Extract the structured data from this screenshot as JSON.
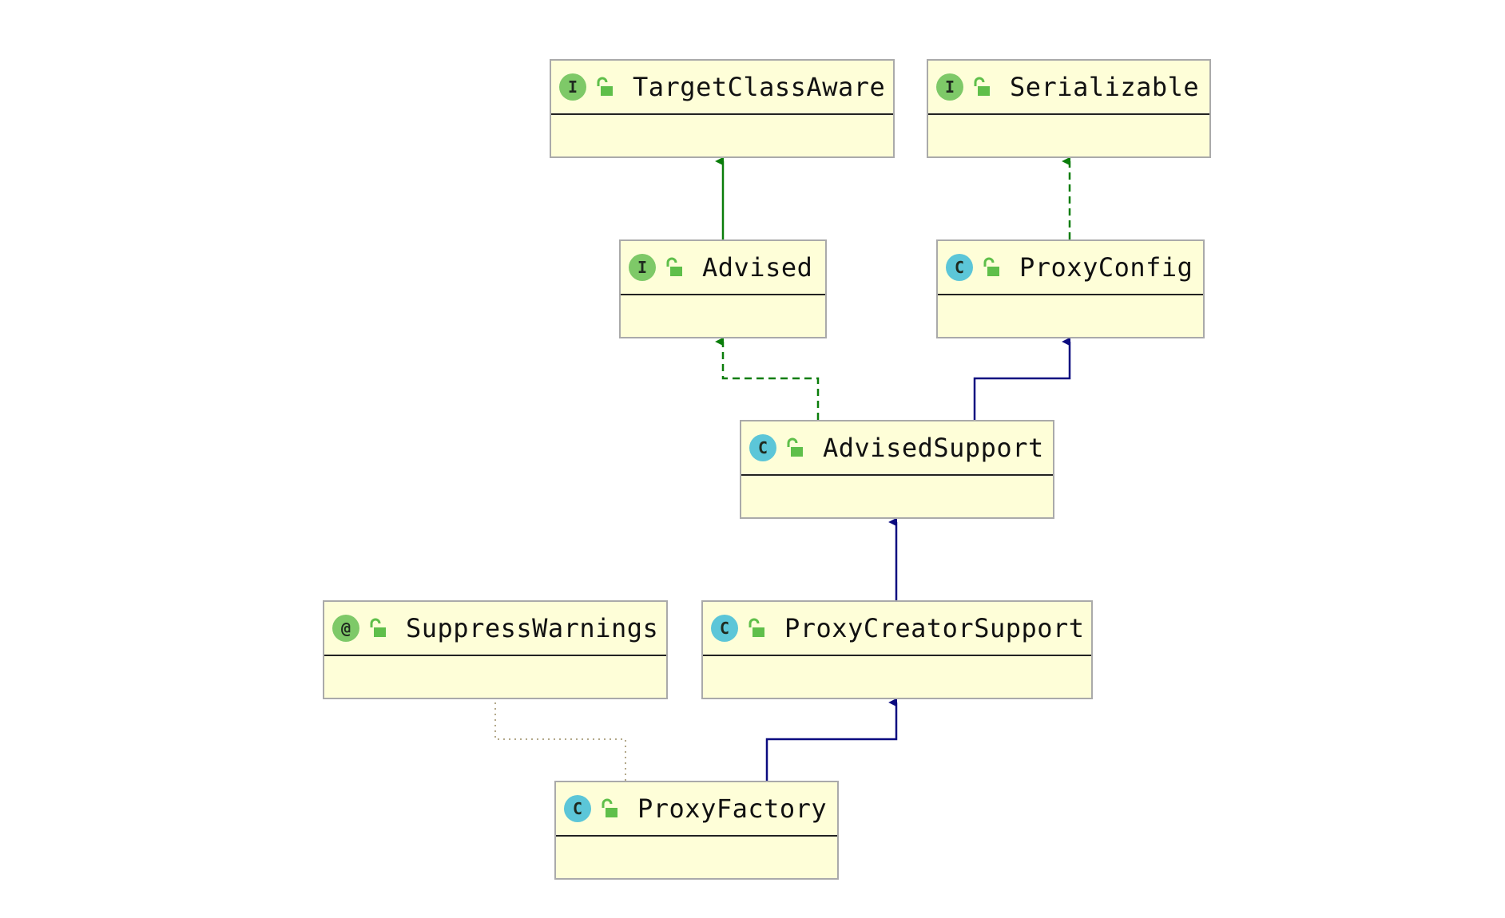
{
  "diagram": {
    "nodes": [
      {
        "id": "TargetClassAware",
        "kind": "interface",
        "badge": "I",
        "label": "TargetClassAware"
      },
      {
        "id": "Serializable",
        "kind": "interface",
        "badge": "I",
        "label": "Serializable"
      },
      {
        "id": "Advised",
        "kind": "interface",
        "badge": "I",
        "label": "Advised"
      },
      {
        "id": "ProxyConfig",
        "kind": "class",
        "badge": "C",
        "label": "ProxyConfig"
      },
      {
        "id": "AdvisedSupport",
        "kind": "class",
        "badge": "C",
        "label": "AdvisedSupport"
      },
      {
        "id": "SuppressWarnings",
        "kind": "annotation",
        "badge": "@",
        "label": "SuppressWarnings"
      },
      {
        "id": "ProxyCreatorSupport",
        "kind": "class",
        "badge": "C",
        "label": "ProxyCreatorSupport"
      },
      {
        "id": "ProxyFactory",
        "kind": "class",
        "badge": "C",
        "label": "ProxyFactory"
      }
    ],
    "edges": [
      {
        "from": "Advised",
        "to": "TargetClassAware",
        "type": "interface-extends"
      },
      {
        "from": "ProxyConfig",
        "to": "Serializable",
        "type": "implements"
      },
      {
        "from": "AdvisedSupport",
        "to": "Advised",
        "type": "implements"
      },
      {
        "from": "AdvisedSupport",
        "to": "ProxyConfig",
        "type": "extends"
      },
      {
        "from": "ProxyCreatorSupport",
        "to": "AdvisedSupport",
        "type": "extends"
      },
      {
        "from": "ProxyFactory",
        "to": "ProxyCreatorSupport",
        "type": "extends"
      },
      {
        "from": "ProxyFactory",
        "to": "SuppressWarnings",
        "type": "annotated-by"
      }
    ],
    "colors": {
      "node_fill": "#fefed8",
      "node_border": "#aaaaaa",
      "interface_arrow": "#0a7d0a",
      "class_arrow": "#0b0b80",
      "annotation_link": "#b3a88a",
      "badge_interface": "#7ec968",
      "badge_class": "#5cc6d8",
      "lock_icon": "#5fbf4a"
    },
    "icons": {
      "interface": "interface-badge-icon",
      "class": "class-badge-icon",
      "annotation": "annotation-badge-icon",
      "visibility": "open-lock-icon"
    }
  }
}
